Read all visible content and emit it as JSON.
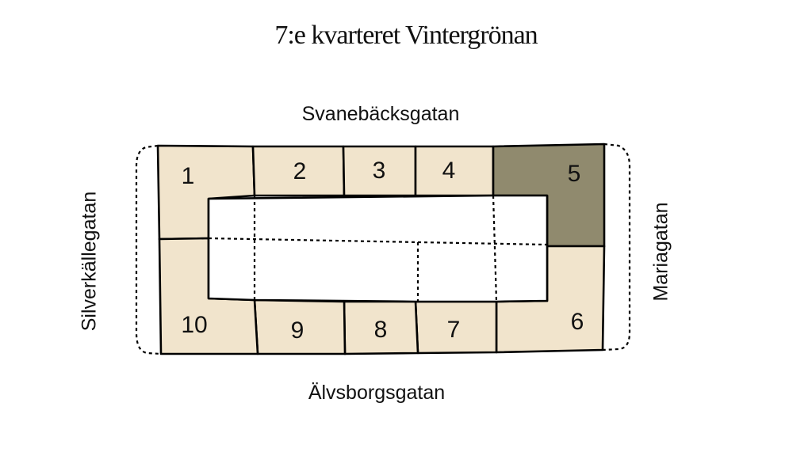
{
  "title": "7:e kvarteret Vintergrönan",
  "streets": {
    "north": "Svanebäcksgatan",
    "south": "Älvsborgsgatan",
    "west": "Silverkällegatan",
    "east": "Mariagatan"
  },
  "lots": [
    {
      "number": "1",
      "highlighted": false
    },
    {
      "number": "2",
      "highlighted": false
    },
    {
      "number": "3",
      "highlighted": false
    },
    {
      "number": "4",
      "highlighted": false
    },
    {
      "number": "5",
      "highlighted": true
    },
    {
      "number": "6",
      "highlighted": false
    },
    {
      "number": "7",
      "highlighted": false
    },
    {
      "number": "8",
      "highlighted": false
    },
    {
      "number": "9",
      "highlighted": false
    },
    {
      "number": "10",
      "highlighted": false
    }
  ],
  "colors": {
    "lot_fill": "#f1e4cc",
    "highlight_fill": "#908a6e",
    "courtyard_fill": "#ffffff"
  }
}
